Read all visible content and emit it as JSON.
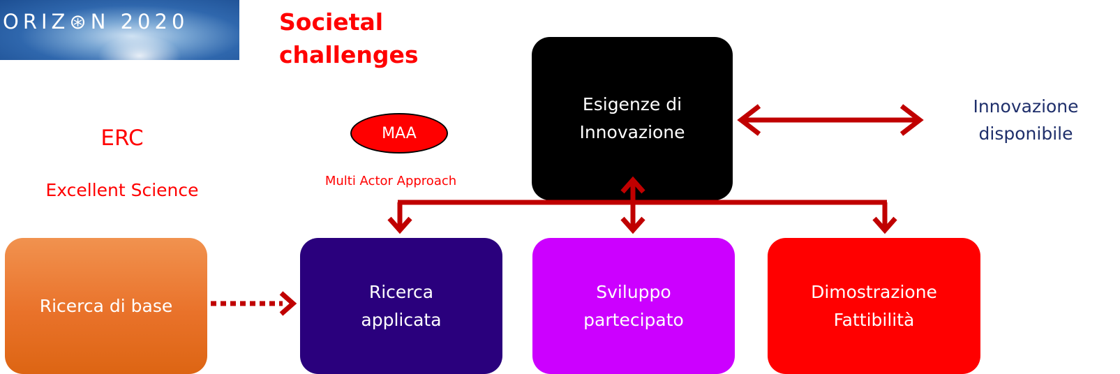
{
  "logo": {
    "text": "ORIZ⊛N 2020"
  },
  "heading": {
    "line1": "Societal",
    "line2": "challenges"
  },
  "erc": {
    "title": "ERC",
    "subtitle": "Excellent Science"
  },
  "maa": {
    "label": "MAA",
    "caption": "Multi Actor Approach"
  },
  "boxes": {
    "esigenze": "Esigenze di\nInnovazione",
    "ricerca_base": "Ricerca di base",
    "ricerca_applicata": "Ricerca\napplicata",
    "sviluppo": "Sviluppo\npartecipato",
    "dimostrazione": "Dimostrazione\nFattibilità"
  },
  "side_label": "Innovazione\ndisponibile",
  "colors": {
    "accent_red": "#ff0000",
    "arrow": "#c00000",
    "black_box": "#000000",
    "orange_box": "#e9722a",
    "indigo_box": "#2a007d",
    "violet_box": "#cc00ff",
    "red_box": "#ff0000",
    "side_text": "#1f2f6b"
  }
}
